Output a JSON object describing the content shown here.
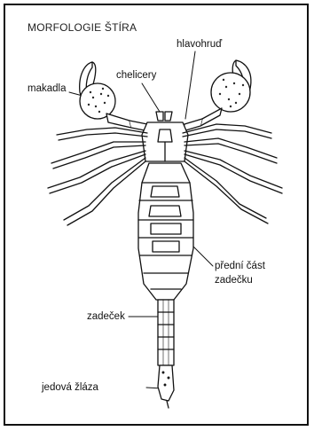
{
  "title": "MORFOLOGIE ŠTÍRA",
  "labels": {
    "makadla": "makadla",
    "chelicery": "chelicery",
    "hlavohrud": "hlavohruď",
    "predni_cast_line1": "přední část",
    "predni_cast_line2": "zadečku",
    "zadecek": "zadeček",
    "jedova_zlaza": "jedová žláza"
  },
  "colors": {
    "ink": "#111111",
    "frame": "#111111",
    "background": "#ffffff"
  }
}
